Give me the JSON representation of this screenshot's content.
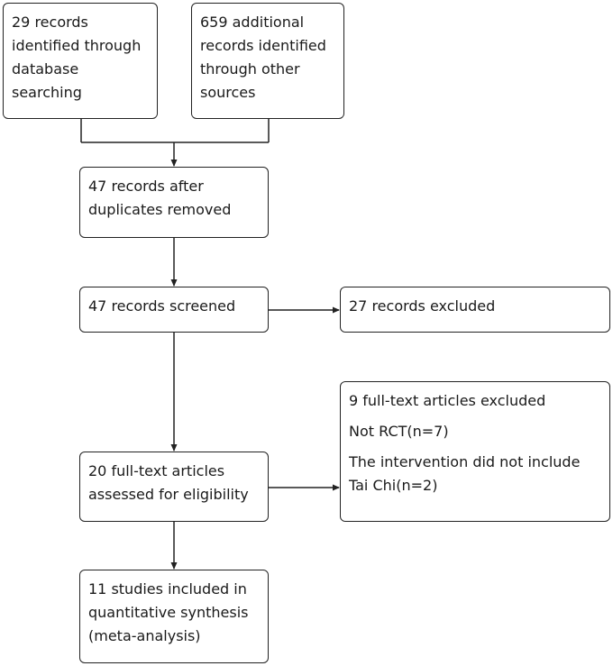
{
  "flow": {
    "db_search": [
      "29 records",
      "identified through",
      "database",
      "searching"
    ],
    "other_sources": [
      "659 additional",
      "records identified",
      "through other",
      "sources"
    ],
    "after_duplicates": [
      "47 records after",
      "duplicates removed"
    ],
    "screened": [
      "47 records screened"
    ],
    "excluded_records": [
      "27 records excluded"
    ],
    "fulltext_assessed": [
      "20 full-text articles",
      "assessed for eligibility"
    ],
    "fulltext_excluded": {
      "title": "9 full-text articles excluded",
      "reason1": "Not RCT(n=7)",
      "reason2": [
        "The intervention did not include",
        "Tai Chi(n=2)"
      ]
    },
    "included": [
      "11 studies included in",
      "quantitative synthesis",
      "(meta-analysis)"
    ]
  },
  "colors": {
    "stroke": "#222222",
    "text": "#1a1a1a"
  }
}
